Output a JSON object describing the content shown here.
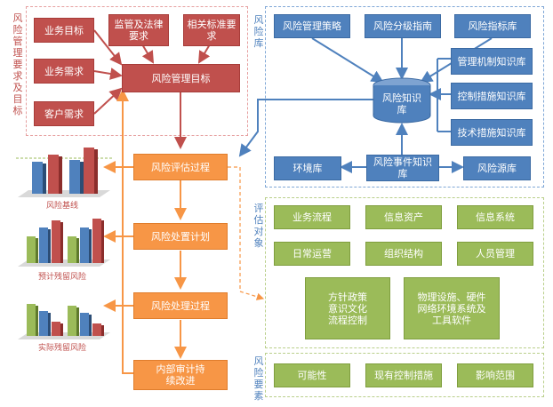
{
  "sections": {
    "requirements_label": "风险管理要求及目标",
    "library_label": "风险库",
    "objects_label": "评估对象",
    "elements_label": "风险要素"
  },
  "requirements": {
    "business_goal": "业务目标",
    "regulation": "监管及法律要求",
    "standards": "相关标准要求",
    "business_need": "业务需求",
    "customer_need": "客户需求",
    "risk_goal": "风险管理目标"
  },
  "library": {
    "strategy": "风险管理策略",
    "grading": "风险分级指南",
    "indicators": "风险指标库",
    "mechanism_kb": "管理机制知识库",
    "control_kb": "控制措施知识库",
    "tech_kb": "技术措施知识库",
    "risk_kb": "风险知识库",
    "environment": "环境库",
    "event_kb": "风险事件知识库",
    "source": "风险源库"
  },
  "process": {
    "assess": "风险评估过程",
    "plan": "风险处置计划",
    "treat": "风险处理过程",
    "audit": "内部审计持续改进"
  },
  "charts": {
    "baseline": "风险基线",
    "expected": "预计残留风险",
    "actual": "实际残留风险"
  },
  "objects": {
    "flow": "业务流程",
    "info_asset": "信息资产",
    "info_system": "信息系统",
    "daily_ops": "日常运营",
    "org": "组织结构",
    "staff": "人员管理",
    "policy": "方针政策意识文化流程控制",
    "physical": "物理设施、硬件网络环境系统及工具软件"
  },
  "elements": {
    "likelihood": "可能性",
    "existing_controls": "现有控制措施",
    "impact": "影响范围"
  },
  "colors": {
    "red": "#c0504d",
    "blue": "#4f81bd",
    "orange": "#f79646",
    "green": "#9bbb59"
  }
}
